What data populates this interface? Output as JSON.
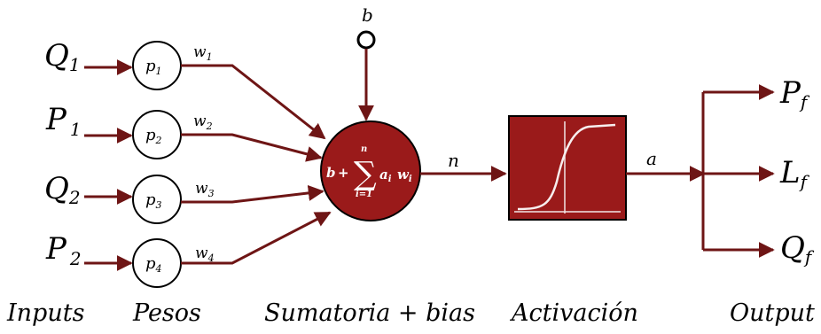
{
  "colors": {
    "arrow": "#6e1515",
    "node_fill": "#9a1a1a",
    "box_fill": "#9a1a1a",
    "node_stroke": "#000000"
  },
  "inputs": [
    {
      "main": "Q",
      "sub": "1"
    },
    {
      "main": "P",
      "sub": "1"
    },
    {
      "main": "Q",
      "sub": "2"
    },
    {
      "main": "P",
      "sub": "2"
    }
  ],
  "weights_nodes": [
    {
      "main": "p",
      "sub": "1"
    },
    {
      "main": "p",
      "sub": "2"
    },
    {
      "main": "p",
      "sub": "3"
    },
    {
      "main": "p",
      "sub": "4"
    }
  ],
  "weights_labels": [
    {
      "main": "w",
      "sub": "1"
    },
    {
      "main": "w",
      "sub": "2"
    },
    {
      "main": "w",
      "sub": "3"
    },
    {
      "main": "w",
      "sub": "4"
    }
  ],
  "bias_label": "b",
  "sum_formula": {
    "b": "b",
    "plus": "+",
    "sigma": "∑",
    "upper": "n",
    "lower": "i=1",
    "a": "a",
    "a_sub": "i",
    "w": "w",
    "w_sub": "i"
  },
  "net_label": "n",
  "act_label": "a",
  "outputs": [
    {
      "main": "P",
      "sub": "f"
    },
    {
      "main": "L",
      "sub": "f"
    },
    {
      "main": "Q",
      "sub": "f"
    }
  ],
  "captions": {
    "inputs": "Inputs",
    "pesos": "Pesos",
    "sumatoria": "Sumatoria + bias",
    "activacion": "Activación",
    "output": "Output"
  }
}
